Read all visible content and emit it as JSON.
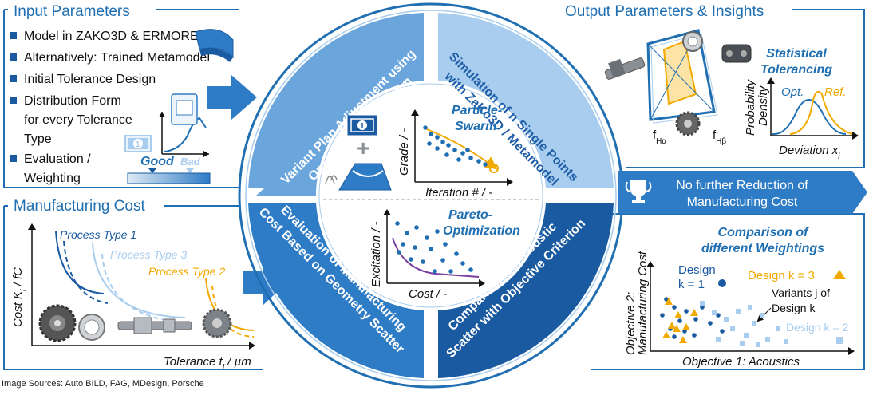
{
  "input_panel": {
    "title": "Input Parameters",
    "items": [
      "Model in ZAKO3D & ERMORE",
      "Alternatively: Trained Metamodel",
      "Initial Tolerance Design",
      "Distribution Form",
      "for every Tolerance",
      "Type",
      "Evaluation /",
      "Weighting"
    ],
    "good_label": "Good",
    "bad_label": "Bad"
  },
  "cost_panel": {
    "title": "Manufacturing Cost",
    "ylabel": "Cost K",
    "ylabel_sub": "i",
    "ylabel_tail": " / fC",
    "xlabel": "Tolerance t",
    "xlabel_sub": "i",
    "xlabel_tail": " / µm",
    "process_1": "Process Type 1",
    "process_2": "Process Type 2",
    "process_3": "Process Type 3"
  },
  "ring": {
    "seg1": [
      "Variant Plan Adjustment using",
      "Optimization Algorithm"
    ],
    "seg2": [
      "Simulation of n Single Points",
      "with ZaKo3D / Metamodel"
    ],
    "seg3": [
      "Comparison of Acoustic",
      "Scatter with Objective Criterion"
    ],
    "seg4": [
      "Evaluation of Manufacturing",
      "Cost Based on Geometry Scatter"
    ],
    "particle_swarm": [
      "Particle-",
      "Swarm"
    ],
    "grade_label": "Grade / -",
    "iteration_label": "Iteration # / -",
    "pareto": [
      "Pareto-",
      "Optimization"
    ],
    "excitation_label": "Excitation / -",
    "cost_label": "Cost / -"
  },
  "output_panel": {
    "title": "Output Parameters & Insights",
    "fha": "f",
    "fha_sub": "Hα",
    "fhb": "f",
    "fhb_sub": "Hβ",
    "stat_title": [
      "Statistical",
      "Tolerancing"
    ],
    "opt": "Opt.",
    "ref": "Ref.",
    "prob_label": [
      "Probability",
      "Density"
    ],
    "dev_label": "Deviation x",
    "dev_sub": "i"
  },
  "banner": {
    "text": [
      "No further Reduction of",
      "Manufacturing Cost"
    ]
  },
  "weighting_panel": {
    "title": [
      "Comparison of",
      "different Weightings"
    ],
    "design1": [
      "Design",
      "k = 1"
    ],
    "design3": "Design k = 3",
    "variants": [
      "Variants j of",
      "Design k"
    ],
    "design2": "Design k = 2",
    "ylabel": [
      "Objective 2:",
      "Manufacturing Cost"
    ],
    "xlabel": "Objective 1: Acoustics"
  },
  "footer": {
    "sources": "Image Sources: Auto BILD, FAG, MDesign, Porsche"
  },
  "colors": {
    "dark_blue": "#1a5aa0",
    "mid_blue": "#2f7cc6",
    "light_blue": "#a9cdee",
    "orange": "#f2a900",
    "purple": "#7b3fa0"
  }
}
